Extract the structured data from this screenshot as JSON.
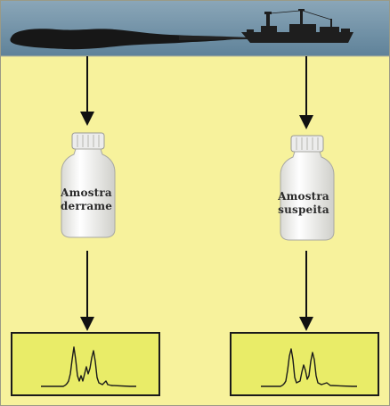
{
  "bottles": [
    {
      "line1": "Amostra",
      "line2": "derrame"
    },
    {
      "line1": "Amostra",
      "line2": "suspeita"
    }
  ],
  "colors": {
    "background": "#f7f29c",
    "sea": "#6d8ea5",
    "oil_slick": "#1a1a1a",
    "ship": "#1e1e1e",
    "panel_fill": "#e9ec68",
    "panel_border": "#1a1a1a",
    "bottle": "#f4f4f0"
  },
  "icons": [
    "ship-icon",
    "oil-slick-icon",
    "sample-bottle-icon",
    "chromatogram-icon"
  ]
}
